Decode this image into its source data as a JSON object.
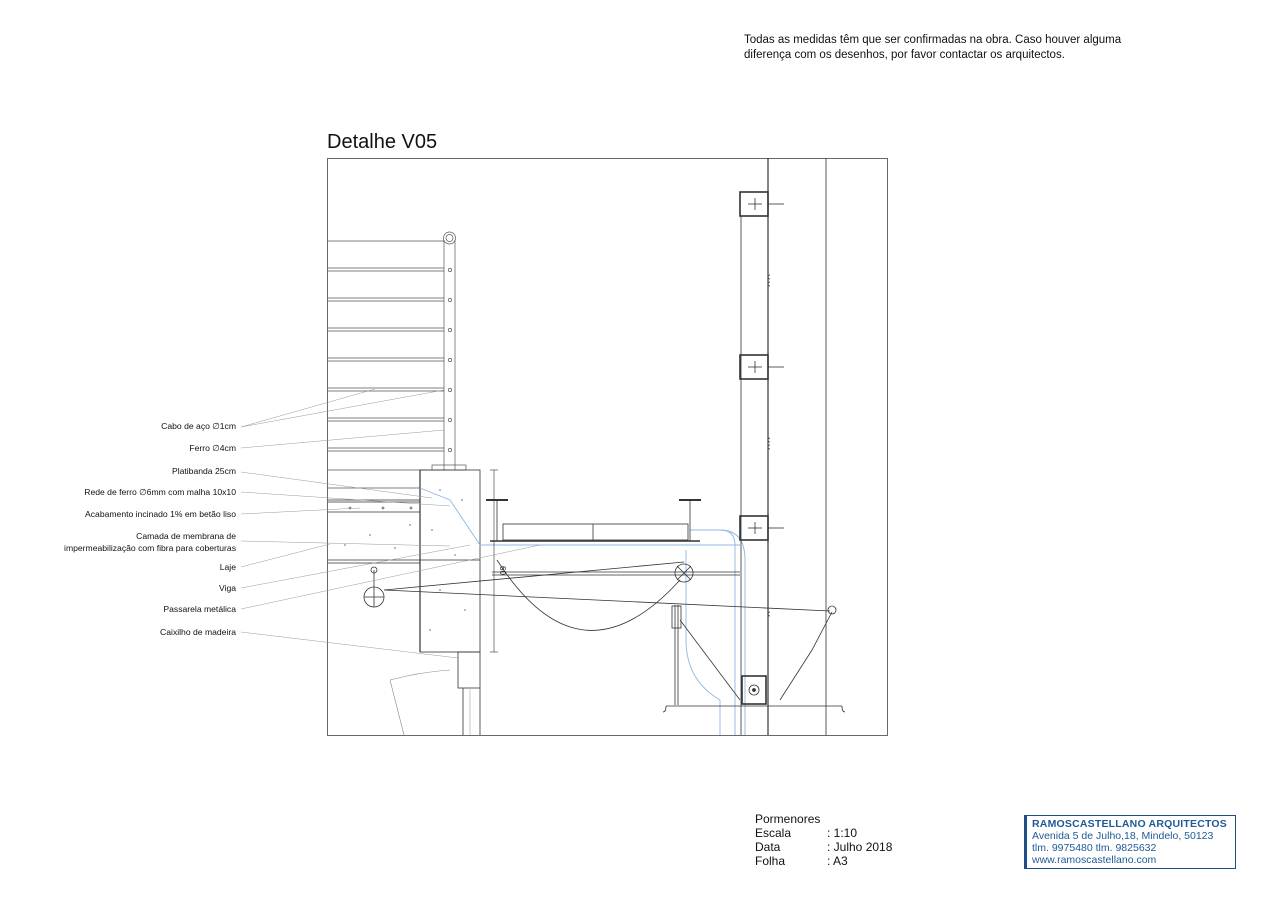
{
  "note": {
    "line1": "Todas as medidas têm que ser confirmadas na obra. Caso houver alguma",
    "line2": "diferença com os desenhos, por favor contactar os arquitectos."
  },
  "title": "Detalhe V05",
  "labels": {
    "cabo": "Cabo de aço ∅1cm",
    "ferro": "Ferro ∅4cm",
    "platibanda": "Platibanda 25cm",
    "rede": "Rede de ferro ∅6mm com malha 10x10",
    "acabamento": "Acabamento incinado 1% em betão liso",
    "camada1": "Camada de membrana de",
    "camada2": "impermeabilização com fibra para coberturas",
    "laje": "Laje",
    "viga": "Viga",
    "passarela": "Passarela metálica",
    "caixilho": "Caixilho de madeira"
  },
  "dimension_text": "60",
  "info": {
    "heading": "Pormenores",
    "escala_key": "Escala",
    "escala_val": ": 1:10",
    "data_key": "Data",
    "data_val": ": Julho 2018",
    "folha_key": "Folha",
    "folha_val": ": A3"
  },
  "stamp": {
    "firm": "RAMOSCASTELLANO ARQUITECTOS",
    "address": "Avenida 5 de Julho,18, Mindelo, 50123",
    "phone": "tlm. 9975480 tlm. 9825632",
    "web": "www.ramoscastellano.com"
  },
  "colors": {
    "line": "#333333",
    "blue_line": "#8fb8e0",
    "stamp": "#1f5a95"
  }
}
